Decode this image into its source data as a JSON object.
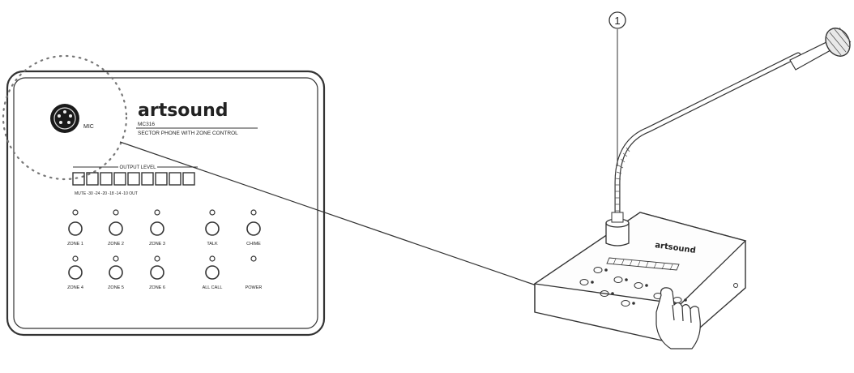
{
  "panel": {
    "brand": "artsound",
    "model": "MC316",
    "subtitle": "SECTOR PHONE WITH ZONE CONTROL",
    "mic_label": "MIC",
    "output_level_label": "OUTPUT LEVEL",
    "meter_scale": "MUTE -30 -24 -20 -18 -14 -10 OUT",
    "buttons": [
      {
        "label": "ZONE 1",
        "has_led": true
      },
      {
        "label": "ZONE 2",
        "has_led": true
      },
      {
        "label": "ZONE 3",
        "has_led": true
      },
      {
        "label": "TALK",
        "has_led": true
      },
      {
        "label": "CHIME",
        "has_led": true
      },
      {
        "label": "ZONE 4",
        "has_led": true
      },
      {
        "label": "ZONE 5",
        "has_led": true
      },
      {
        "label": "ZONE 6",
        "has_led": true
      },
      {
        "label": "ALL CALL",
        "has_led": true
      },
      {
        "label": "POWER",
        "has_led": true
      }
    ]
  },
  "device": {
    "brand": "artsound",
    "callout_number": "1"
  }
}
